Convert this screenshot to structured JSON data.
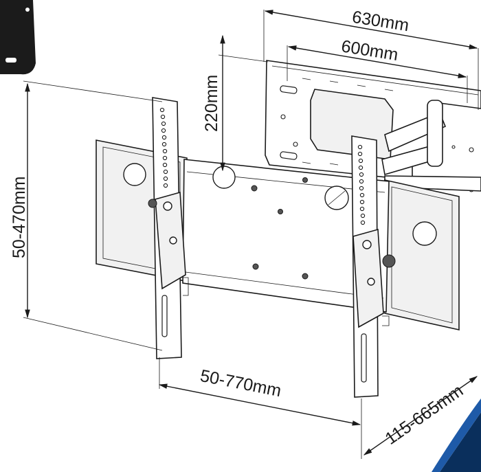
{
  "dimensions": {
    "top_width": "630mm",
    "inner_width": "600mm",
    "vertical_spacing": "220mm",
    "height_range": "50-470mm",
    "width_range": "50-770mm",
    "depth_range": "115-665mm"
  },
  "colors": {
    "line": "#1a1a1a",
    "accent_dark": "#0a2f5c",
    "accent_blue": "#1e5aa8",
    "bracket_black": "#1b1b1b"
  }
}
